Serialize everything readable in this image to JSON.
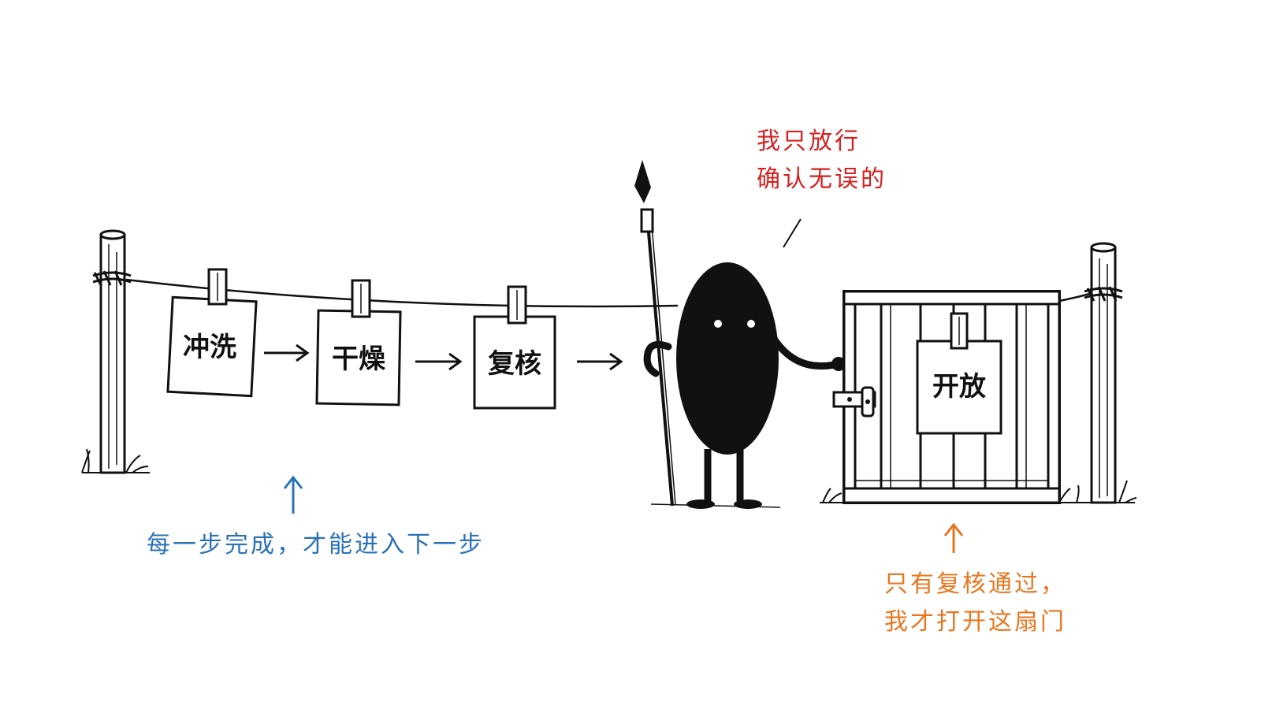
{
  "steps": [
    {
      "label": "冲洗"
    },
    {
      "label": "干燥"
    },
    {
      "label": "复核"
    }
  ],
  "gate_sign": "开放",
  "guard_speech": {
    "line1": "我只放行",
    "line2": "确认无误的",
    "color": "#d42020"
  },
  "process_note": {
    "text": "每一步完成，才能进入下一步",
    "color": "#2a72b8"
  },
  "gate_note": {
    "line1": "只有复核通过，",
    "line2": "我才打开这扇门",
    "color": "#e8761e"
  },
  "icons": {
    "step_arrow": "right-arrow",
    "note_arrow": "up-arrow"
  }
}
